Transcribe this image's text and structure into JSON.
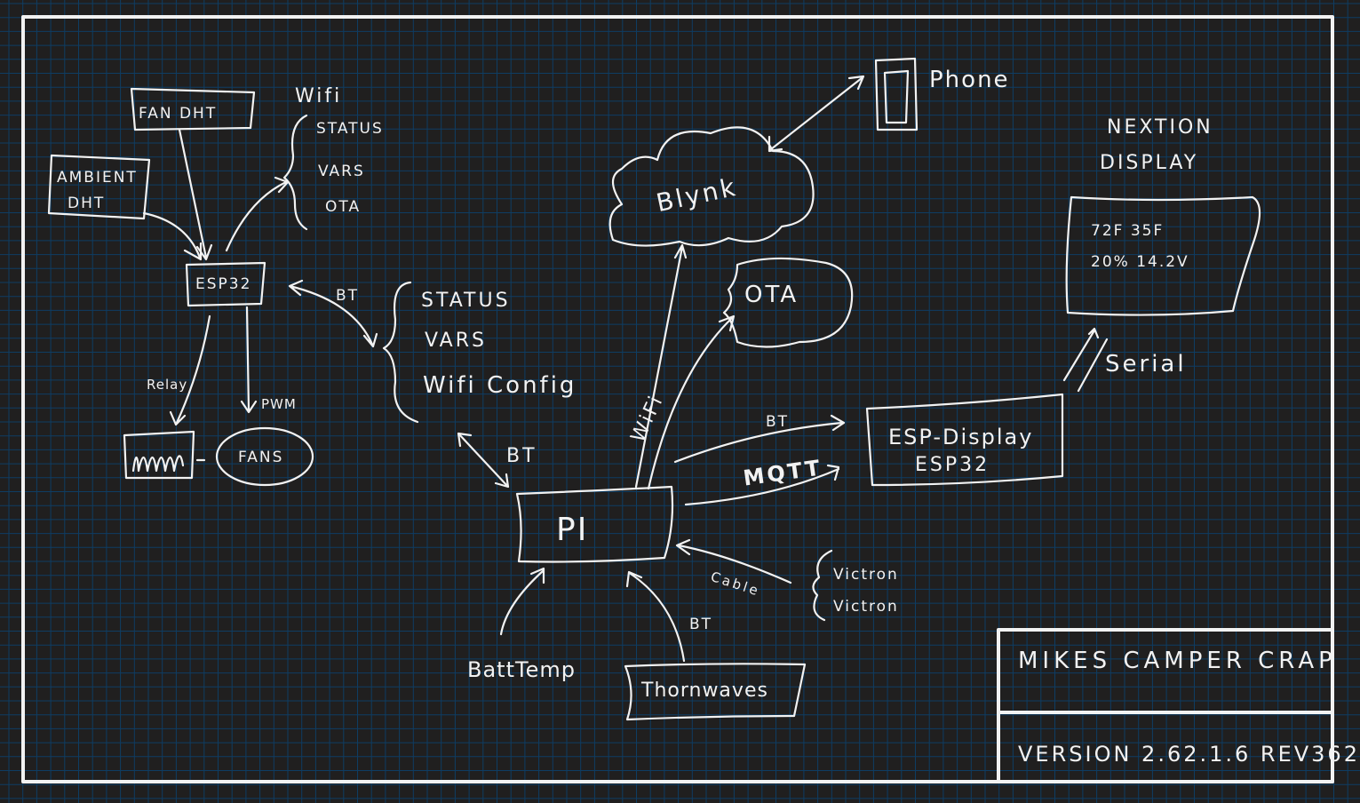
{
  "colors": {
    "background": "#201f1f",
    "grid": "#0e3d63",
    "ink": "#f2f2f2"
  },
  "wifi_notes": {
    "title": "Wifi",
    "items": [
      "STATUS",
      "VARS",
      "OTA"
    ]
  },
  "fan_dht": "FAN DHT",
  "ambient_dht": [
    "AMBIENT",
    "DHT"
  ],
  "esp32": "ESP32",
  "esp32_bt_label": "BT",
  "bt_notes": [
    "STATUS",
    "VARS",
    "Wifi Config"
  ],
  "relay_label": "Relay",
  "pwm_label": "PWM",
  "fans": "FANS",
  "blynk": "Blynk",
  "phone": "Phone",
  "ota": "OTA",
  "nextion": {
    "title": [
      "NEXTION",
      "DISPLAY"
    ],
    "screen_lines": [
      "72F  35F",
      "20%  14.2V"
    ]
  },
  "serial_label": "Serial",
  "esp_display": [
    "ESP-Display",
    "ESP32"
  ],
  "bt_to_display": "BT",
  "mqtt": "MQTT",
  "pi": "PI",
  "pi_bt_label": "BT",
  "wifi_label": "WiFi",
  "cable_label": "Cable",
  "thornwaves_bt_label": "BT",
  "victron": [
    "Victron",
    "Victron"
  ],
  "batt_temp": "BattTemp",
  "thornwaves": "Thornwaves",
  "title_block": {
    "title": "MIKES CAMPER CRAP",
    "version": "VERSION 2.62.1.6 REV362"
  }
}
